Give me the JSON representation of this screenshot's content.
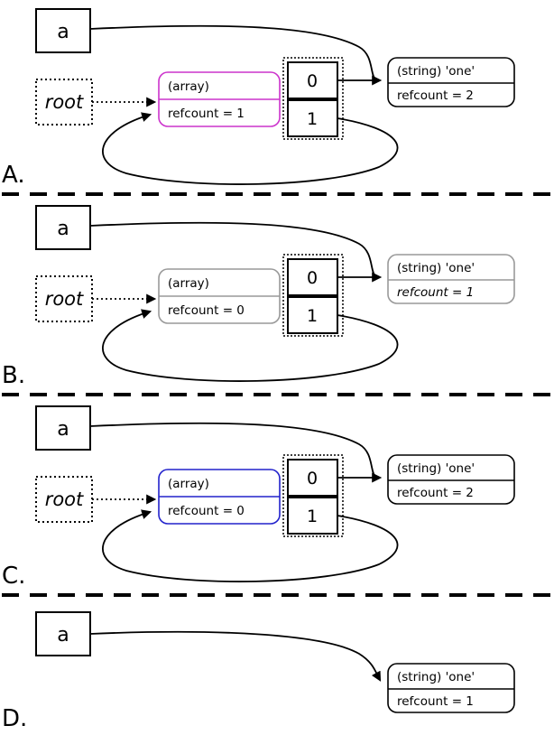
{
  "panels": [
    {
      "label": "A.",
      "var": "a",
      "root": "root",
      "array": {
        "type": "(array)",
        "refcount": "refcount = 1",
        "border": "#cc33cc",
        "type_color": "#dd77dd",
        "refcount_color": "#bb00bb"
      },
      "elements": [
        "0",
        "1"
      ],
      "string": {
        "type": "(string) 'one'",
        "refcount": "refcount = 2",
        "border": "#000000",
        "type_color": "#333333",
        "refcount_color": "#000000"
      }
    },
    {
      "label": "B.",
      "var": "a",
      "root": "root",
      "array": {
        "type": "(array)",
        "refcount": "refcount = 0",
        "border": "#999999",
        "type_color": "#aaaaaa",
        "refcount_color": "#999999"
      },
      "elements": [
        "0",
        "1"
      ],
      "string": {
        "type": "(string) 'one'",
        "refcount": "refcount = 1",
        "border": "#999999",
        "type_color": "#999999",
        "refcount_color": "#999999"
      }
    },
    {
      "label": "C.",
      "var": "a",
      "root": "root",
      "array": {
        "type": "(array)",
        "refcount": "refcount = 0",
        "border": "#2222cc",
        "type_color": "#5555dd",
        "refcount_color": "#2222cc"
      },
      "elements": [
        "0",
        "1"
      ],
      "string": {
        "type": "(string) 'one'",
        "refcount": "refcount = 2",
        "border": "#000000",
        "type_color": "#333333",
        "refcount_color": "#000000"
      }
    },
    {
      "label": "D.",
      "var": "a",
      "string": {
        "type": "(string) 'one'",
        "refcount": "refcount = 1",
        "border": "#000000",
        "type_color": "#333333",
        "refcount_color": "#000000"
      }
    }
  ]
}
